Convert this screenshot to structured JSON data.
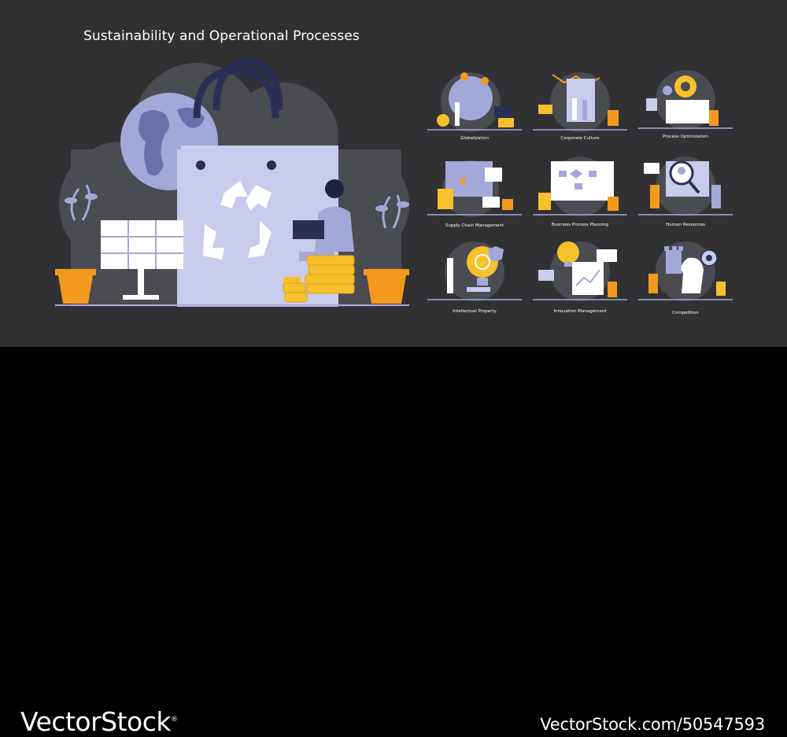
{
  "title": "Sustainability and Operational Processes",
  "colors": {
    "background": "#313134",
    "blob": "#4b4b52",
    "lavender": "#a4a8d8",
    "light_lavender": "#c9cbec",
    "navy": "#2c2f55",
    "orange": "#f39a1e",
    "gold": "#f6c12b",
    "white": "#ffffff"
  },
  "panels": [
    {
      "caption": "Globalization",
      "icon": "globe-people-illustration"
    },
    {
      "caption": "Corporate Culture",
      "icon": "team-celebration-illustration"
    },
    {
      "caption": "Process Optimization",
      "icon": "gear-monitor-illustration"
    },
    {
      "caption": "Supply Chain Management",
      "icon": "map-truck-illustration"
    },
    {
      "caption": "Business Process Planning",
      "icon": "flowchart-monitor-illustration"
    },
    {
      "caption": "Human Resources",
      "icon": "magnifier-profile-illustration"
    },
    {
      "caption": "Intellectual Property",
      "icon": "lightbulb-copyright-illustration"
    },
    {
      "caption": "Innovation Management",
      "icon": "lightbulb-chart-illustration"
    },
    {
      "caption": "Competition",
      "icon": "chess-target-illustration"
    }
  ],
  "footer": {
    "brand": "VectorStock",
    "registered_mark": "®",
    "url": "VectorStock.com/50547593"
  }
}
